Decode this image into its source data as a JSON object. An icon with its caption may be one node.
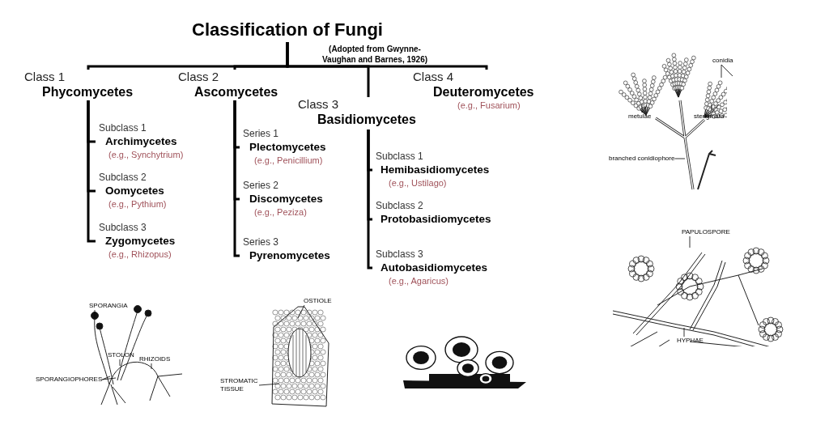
{
  "diagram": {
    "nodes": [
      {
        "text": [
          "Classification of Fungi"
        ],
        "beside": [
          "(Adopted from Gwynne-Vaughan and Barnes, 1926)"
        ]
      },
      {
        "text": [
          "Class 1",
          "Phycomycetes"
        ]
      },
      {
        "text": [
          "Class 2",
          "Ascomycetes"
        ]
      },
      {
        "text": [
          "Class 3",
          "Basidiomycetes"
        ]
      },
      {
        "text": [
          "Class 4",
          "Deuteromycetes",
          "(e.g., Fusarium)"
        ]
      },
      {
        "text": [
          "Subclass 1",
          "Archimycetes",
          "(e.g., Synchytrium)"
        ]
      },
      {
        "text": [
          "Subclass 2",
          "Oomycetes",
          "(e.g., Pythium)"
        ]
      },
      {
        "text": [
          "Subclass 3",
          "Zygomycetes",
          "(e.g., Rhizopus)"
        ]
      },
      {
        "text": [
          "Series 1",
          "Plectomycetes",
          "(e.g., Penicillium)"
        ]
      },
      {
        "text": [
          "Series 2",
          "Discomycetes",
          "(e.g., Peziza)"
        ]
      },
      {
        "text": [
          "Series 3",
          "Pyrenomycetes"
        ]
      },
      {
        "text": [
          "Subclass 1",
          "Hemibasidiomycetes",
          "(e.g., Ustilago)"
        ]
      },
      {
        "text": [
          "Subclass 2",
          "Protobasidiomycetes"
        ]
      },
      {
        "text": [
          "Subclass 3",
          "Autobasidiomycetes",
          "(e.g., Agaricus)"
        ]
      },
      {
        "text": [
          "conidia"
        ]
      },
      {
        "text": [
          "metulae"
        ],
        "in": 26
      },
      {
        "text": [
          "sterigmata"
        ],
        "in": 26
      },
      {
        "text": [
          "branched conidiophore"
        ]
      },
      {
        "text": [
          "PAPULOSPORE"
        ]
      },
      {
        "text": [
          "HYPHAE"
        ],
        "in": 27
      },
      {
        "text": [
          "SPORANGIA"
        ]
      },
      {
        "text": [
          "STOLON"
        ],
        "in": 28
      },
      {
        "text": [
          "RHIZOIDS"
        ],
        "in": 28
      },
      {
        "text": [
          "SPORANGIOPHORES"
        ]
      },
      {
        "text": [
          "OSTIOLE"
        ]
      },
      {
        "text": [
          "STROMATIC TISSUE"
        ]
      },
      {
        "text": [],
        "shape": "picture"
      },
      {
        "text": [],
        "shape": "picture"
      },
      {
        "text": [],
        "shape": "picture"
      },
      {
        "text": [],
        "shape": "picture"
      }
    ],
    "edges": [
      {
        "from": 0,
        "to": 1,
        "arrow": "none"
      },
      {
        "from": 0,
        "to": 2,
        "arrow": "none"
      },
      {
        "from": 0,
        "to": 3,
        "arrow": "none"
      },
      {
        "from": 0,
        "to": 4,
        "arrow": "none"
      },
      {
        "from": 1,
        "to": 5,
        "arrow": "none"
      },
      {
        "from": 1,
        "to": 6,
        "arrow": "none"
      },
      {
        "from": 1,
        "to": 7,
        "arrow": "none"
      },
      {
        "from": 2,
        "to": 8,
        "arrow": "none"
      },
      {
        "from": 2,
        "to": 9,
        "arrow": "none"
      },
      {
        "from": 2,
        "to": 10,
        "arrow": "none"
      },
      {
        "from": 3,
        "to": 11,
        "arrow": "none"
      },
      {
        "from": 3,
        "to": 12,
        "arrow": "none"
      },
      {
        "from": 3,
        "to": 13,
        "arrow": "none"
      },
      {
        "from": 14,
        "to": 26,
        "arrow": "none"
      },
      {
        "from": 15,
        "to": 26,
        "arrow": "none"
      },
      {
        "from": 16,
        "to": 26,
        "arrow": "none"
      },
      {
        "from": 17,
        "to": 26,
        "arrow": "none"
      },
      {
        "from": 18,
        "to": 27,
        "arrow": "none"
      },
      {
        "from": 19,
        "to": 27,
        "arrow": "none"
      },
      {
        "from": 20,
        "to": 28,
        "arrow": "none"
      },
      {
        "from": 21,
        "to": 28,
        "arrow": "none"
      },
      {
        "from": 22,
        "to": 28,
        "arrow": "none"
      },
      {
        "from": 23,
        "to": 28,
        "arrow": "none"
      },
      {
        "from": 24,
        "to": 29,
        "arrow": "none"
      },
      {
        "from": 25,
        "to": 29,
        "arrow": "none"
      }
    ]
  }
}
